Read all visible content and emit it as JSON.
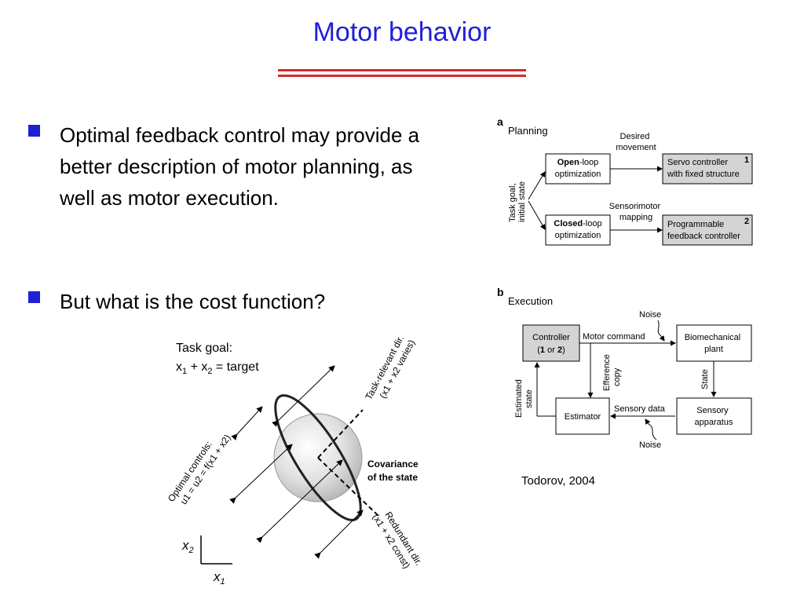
{
  "slide": {
    "title": "Motor behavior",
    "bullets": [
      "Optimal feedback control may provide a better description of motor planning, as well as motor execution.",
      "But what is the cost function?"
    ],
    "citation": "Todorov, 2004"
  },
  "ellipse_figure": {
    "task_goal_line1": "Task goal:",
    "task_goal_x1": "x",
    "task_goal_sub1": "1",
    "task_goal_plus": " + x",
    "task_goal_sub2": "2",
    "task_goal_rest": " = target",
    "task_relevant_line1": "Task-relevant dir.",
    "task_relevant_line2": "(x1 + x2 varies)",
    "optimal_controls_line1": "Optimal controls:",
    "optimal_controls_line2": "u1 = u2 = f(x1 + x2)",
    "covariance_line1": "Covariance",
    "covariance_line2": "of the state",
    "redundant_line1": "Redundant dir.",
    "redundant_line2": "(x1 + x2 const)",
    "axis_x2": "x",
    "axis_x2_sub": "2",
    "axis_x1": "x",
    "axis_x1_sub": "1"
  },
  "planning_panel": {
    "letter": "a",
    "title": "Planning",
    "side_label_line1": "Task goal,",
    "side_label_line2": "initial state",
    "open_box_bold": "Open",
    "open_box_rest": "-loop",
    "open_box_line2": "optimization",
    "closed_box_bold": "Closed",
    "closed_box_rest": "-loop",
    "closed_box_line2": "optimization",
    "desired_line1": "Desired",
    "desired_line2": "movement",
    "sensorimotor_line1": "Sensorimotor",
    "sensorimotor_line2": "mapping",
    "servo_line1": "Servo controller",
    "servo_line2": "with fixed structure",
    "servo_num": "1",
    "programmable_line1": "Programmable",
    "programmable_line2": "feedback controller",
    "programmable_num": "2"
  },
  "execution_panel": {
    "letter": "b",
    "title": "Execution",
    "controller_line1": "Controller",
    "controller_open": "(",
    "controller_one": "1",
    "controller_or": " or ",
    "controller_two": "2",
    "controller_close": ")",
    "motor_command": "Motor command",
    "noise_top": "Noise",
    "noise_bottom": "Noise",
    "biomech_line1": "Biomechanical",
    "biomech_line2": "plant",
    "efference_line1": "Efference",
    "efference_line2": "copy",
    "state": "State",
    "estimated_line1": "Estimated",
    "estimated_line2": "state",
    "estimator": "Estimator",
    "sensory_data": "Sensory data",
    "sensory_line1": "Sensory",
    "sensory_line2": "apparatus"
  },
  "colors": {
    "title_blue": "#1f1fd6",
    "rule_red": "#d42a2a",
    "box_gray": "#d4d4d4"
  }
}
